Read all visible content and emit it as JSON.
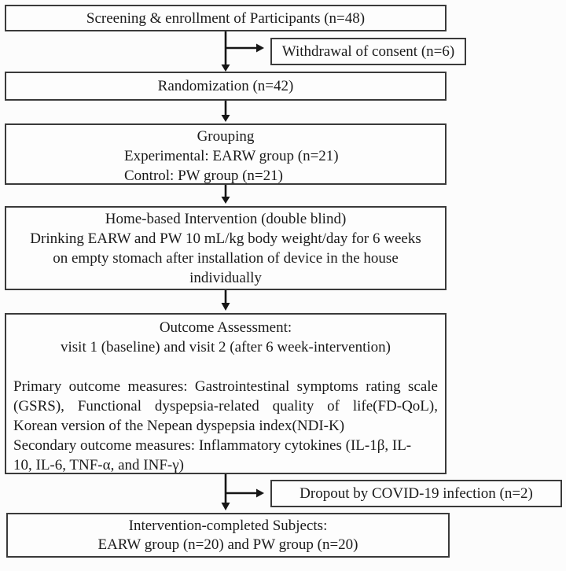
{
  "colors": {
    "ink": "#1b1b1b",
    "box_border": "#3a3a3a",
    "background": "#fcfcfc",
    "arrow": "#161616"
  },
  "flowchart": {
    "screening": {
      "label": "Screening & enrollment of Participants (n=48)"
    },
    "withdrawal": {
      "label": "Withdrawal of consent (n=6)"
    },
    "randomization": {
      "label": "Randomization (n=42)"
    },
    "grouping": {
      "title": "Grouping",
      "experimental": "Experimental: EARW group (n=21)",
      "control": "Control: PW group (n=21)"
    },
    "intervention": {
      "line1": "Home-based Intervention (double blind)",
      "line2": "Drinking EARW and PW 10 mL/kg body weight/day for 6 weeks",
      "line3": "on empty stomach after installation of device in the house",
      "line4": "individually"
    },
    "outcome": {
      "heading1": "Outcome Assessment:",
      "heading2": "visit 1 (baseline) and visit 2 (after 6 week-intervention)",
      "primary1": "Primary outcome measures: Gastrointestinal symptoms rating scale",
      "primary2": "(GSRS), Functional dyspepsia-related quality of life(FD-QoL),",
      "primary3": "Korean version of the Nepean dyspepsia index(NDI-K)",
      "secondary1": "Secondary outcome measures: Inflammatory cytokines (IL-1β, IL-",
      "secondary2": "10, IL-6, TNF-α, and INF-γ)"
    },
    "dropout": {
      "label": "Dropout by COVID-19 infection (n=2)"
    },
    "completed": {
      "line1": "Intervention-completed Subjects:",
      "line2": "EARW group (n=20) and PW group (n=20)"
    }
  }
}
